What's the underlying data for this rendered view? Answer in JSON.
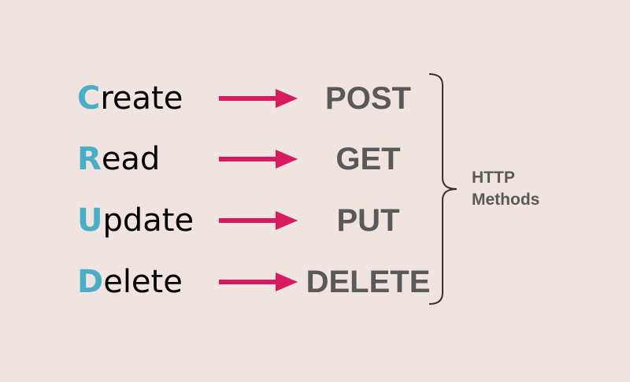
{
  "colors": {
    "background": "#efe4df",
    "initial_accent": "#4aaec6",
    "arrow": "#d81b60",
    "method_text": "#595959",
    "bracket": "#333333"
  },
  "rows": [
    {
      "initial": "C",
      "rest": "reate",
      "method": "POST"
    },
    {
      "initial": "R",
      "rest": "ead",
      "method": "GET"
    },
    {
      "initial": "U",
      "rest": "pdate",
      "method": "PUT"
    },
    {
      "initial": "D",
      "rest": "elete",
      "method": "DELETE"
    }
  ],
  "group_label": {
    "line1": "HTTP",
    "line2": "Methods"
  }
}
